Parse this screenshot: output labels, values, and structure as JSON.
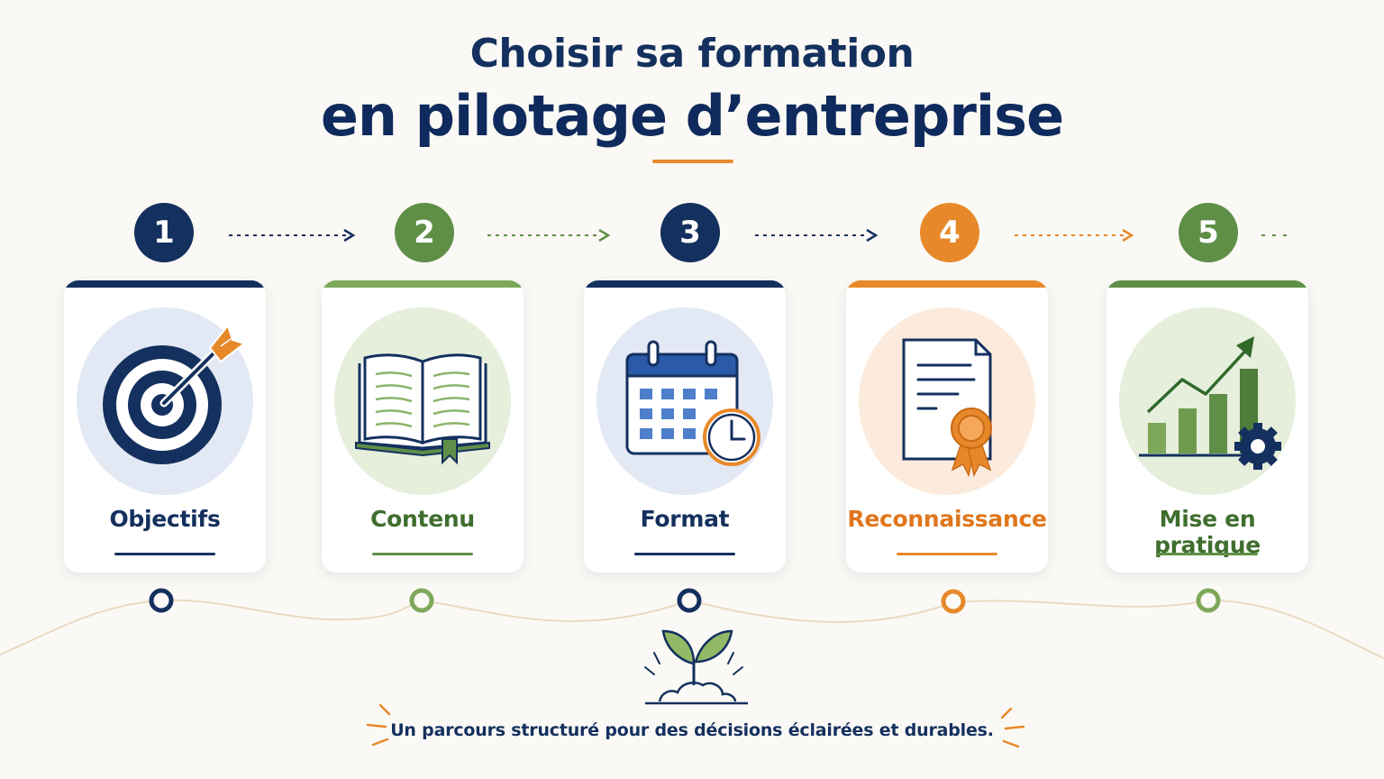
{
  "title": {
    "line1": "Choisir sa formation",
    "line2": "en pilotage d’entreprise"
  },
  "colors": {
    "navy": "#14305e",
    "green": "#5f8f47",
    "orange": "#e7892a",
    "circle_blue": "#e3e9f4",
    "circle_green": "#e6eedc",
    "circle_orange": "#fcebdc"
  },
  "steps": [
    {
      "number": "1",
      "label": "Objectifs",
      "icon": "target-icon",
      "color": "#14305e"
    },
    {
      "number": "2",
      "label": "Contenu",
      "icon": "book-icon",
      "color": "#5f8f47"
    },
    {
      "number": "3",
      "label": "Format",
      "icon": "calendar-clock-icon",
      "color": "#14305e"
    },
    {
      "number": "4",
      "label": "Reconnaissance",
      "icon": "certificate-icon",
      "color": "#e7892a"
    },
    {
      "number": "5",
      "label": "Mise en pratique",
      "icon": "growth-chart-icon",
      "color": "#5f8f47"
    }
  ],
  "tagline": "Un parcours structuré pour des décisions éclairées et durables."
}
